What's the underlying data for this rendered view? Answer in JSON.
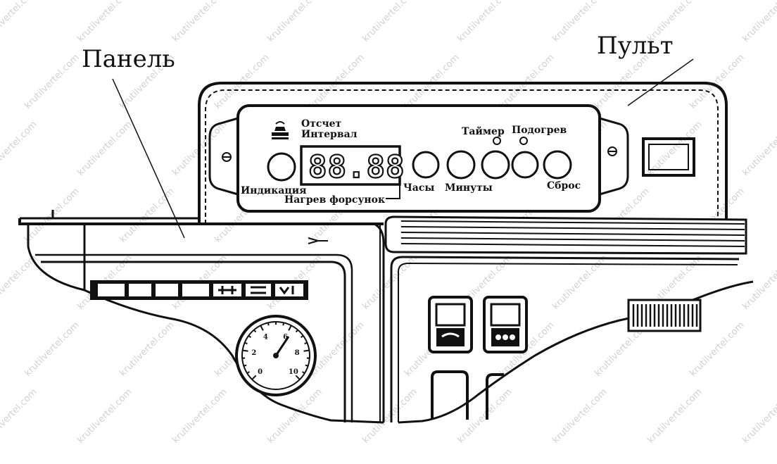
{
  "labels": {
    "panel": "Панель",
    "console": "Пульт"
  },
  "console": {
    "report_interval_line1": "Отсчет",
    "report_interval_line2": "Интервал",
    "display_value": "88.88",
    "indication": "Индикация",
    "injector_heating": "Нагрев форсунок",
    "clock": "Часы",
    "minutes": "Минуты",
    "timer": "Таймер",
    "preheat": "Подогрев",
    "reset": "Сброс"
  },
  "gauge": {
    "ticks": [
      "0",
      "2",
      "4",
      "6",
      "8",
      "10"
    ]
  },
  "watermark": "krutilvertel.com"
}
